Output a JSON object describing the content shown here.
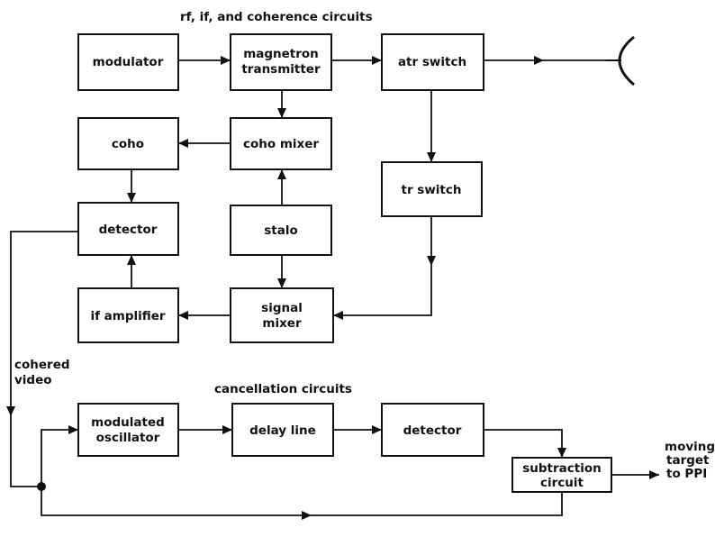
{
  "headings": {
    "rf_section": "rf, if, and coherence circuits",
    "cancellation_section": "cancellation circuits"
  },
  "blocks": {
    "modulator": "modulator",
    "magnetron_line1": "magnetron",
    "magnetron_line2": "transmitter",
    "atr_switch": "atr switch",
    "coho": "coho",
    "coho_mixer": "coho mixer",
    "tr_switch": "tr switch",
    "detector_rf": "detector",
    "stalo": "stalo",
    "if_amplifier": "if amplifier",
    "signal_mixer_line1": "signal",
    "signal_mixer_line2": "mixer",
    "modulated_oscillator_line1": "modulated",
    "modulated_oscillator_line2": "oscillator",
    "delay_line": "delay line",
    "detector_cancel": "detector",
    "subtraction_line1": "subtraction",
    "subtraction_line2": "circuit"
  },
  "labels": {
    "cohered_line1": "cohered",
    "cohered_line2": "video",
    "output_line1": "moving",
    "output_line2": "target",
    "output_line3": "to PPI"
  }
}
